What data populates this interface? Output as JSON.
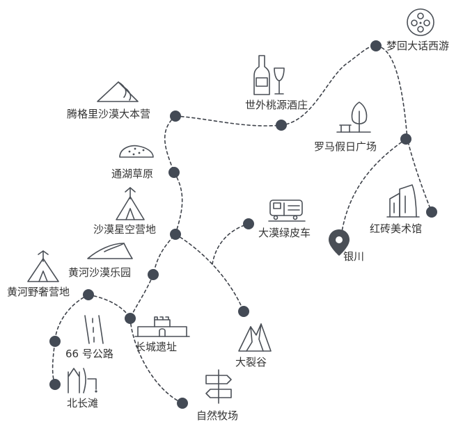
{
  "places": {
    "menghui": "梦回大话西游",
    "shiwai": "世外桃源酒庄",
    "tengger": "腾格里沙漠大本营",
    "luoma": "罗马假日广场",
    "tonghu": "通湖草原",
    "shamo_xingkong": "沙漠星空营地",
    "damo_lvpi": "大漠绿皮车",
    "hongzhuan": "红砖美术馆",
    "yinchuan": "银川",
    "huanghe_shamo": "黄河沙漠乐园",
    "huanghe_yeshe": "黄河野奢营地",
    "changcheng": "长城遗址",
    "dalie": "大裂谷",
    "route66": "66 号公路",
    "beichangtan": "北长滩",
    "ziran_muchang": "自然牧场"
  },
  "colors": {
    "route": "#3d4149",
    "dot": "#434a55",
    "icon": "#4a4f56",
    "text": "#333333"
  }
}
